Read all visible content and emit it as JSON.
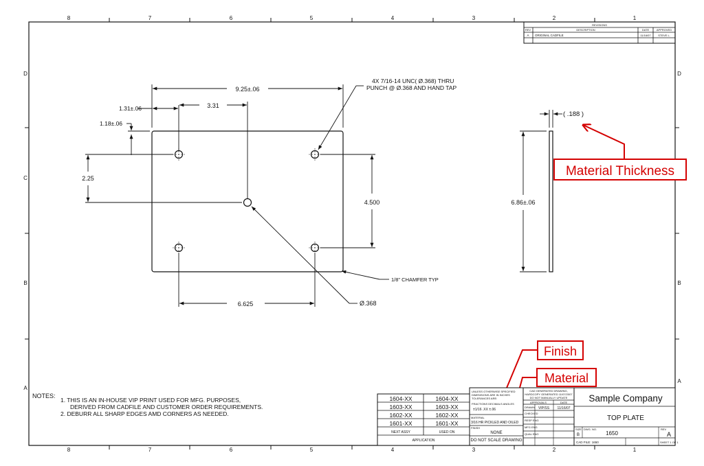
{
  "border": {
    "columns_top": [
      "8",
      "7",
      "6",
      "5",
      "4",
      "3",
      "2",
      "1"
    ],
    "columns_bottom": [
      "8",
      "7",
      "6",
      "5",
      "4",
      "3",
      "2",
      "1"
    ],
    "rows_left": [
      "D",
      "C",
      "B",
      "A"
    ],
    "rows_right": [
      "D",
      "C",
      "B",
      "A"
    ]
  },
  "revisions": {
    "title": "REVISIONS",
    "headers": [
      "REV",
      "DESCRIPTION",
      "DATE",
      "APPROVED"
    ],
    "rows": [
      [
        "A",
        "ORIGINAL CADFILE",
        "11/16/07",
        "STEVE L."
      ]
    ]
  },
  "dimensions": {
    "overall_width": "9.25±.06",
    "hole_x_offset": "1.31±.06",
    "center_x": "3.31",
    "hole_y_offset": "1.18±.06",
    "center_y": "2.25",
    "hole_y_spacing": "4.500",
    "hole_x_spacing": "6.625",
    "overall_height": "6.86±.06",
    "thickness": "( .188 )",
    "center_hole": "Ø.368",
    "chamfer": "1/8\" CHAMFER TYP",
    "hole_callout_1": "4X 7/16-14 UNC( Ø.368) THRU",
    "hole_callout_2": "PUNCH @ Ø.368 AND HAND TAP"
  },
  "annotations": {
    "material_thickness": "Material Thickness",
    "finish": "Finish",
    "material": "Material"
  },
  "notes": {
    "label": "NOTES:",
    "items": [
      "1. THIS IS AN IN-HOUSE VIP PRINT USED FOR MFG. PURPOSES,",
      "DERIVED FROM CADFILE AND CUSTOMER ORDER REQUIREMENTS.",
      "2. DEBURR ALL SHARP EDGES AMD CORNERS AS NEEDED."
    ]
  },
  "application_table": {
    "rows": [
      [
        "1604-XX",
        "1604-XX"
      ],
      [
        "1603-XX",
        "1603-XX"
      ],
      [
        "1602-XX",
        "1602-XX"
      ],
      [
        "1601-XX",
        "1601-XX"
      ]
    ],
    "next_assy": "NEXT ASSY",
    "used_on": "USED ON",
    "application": "APPLICATION"
  },
  "tolerance_block": {
    "line1": "UNLESS OTHERWISE SPECIFIED",
    "line2": "DIMENSIONS ARE IN INCHES",
    "line3": "TOLERANCES ARE:",
    "fractions": "FRACTIONS   DECIMALS   ANGLES",
    "values": "±1/16   .XX ±.06",
    "material_label": "MATERIAL",
    "material": "3/16 HR PICKLED AND OILED",
    "finish_label": "FINISH",
    "finish": "NONE",
    "no_scale": "DO NOT SCALE DRAWING"
  },
  "approvals": {
    "cad_1": "CAD GENERATED DRAWING,",
    "cad_2": "HARDCOPY GENERATED 11/07/2007",
    "cad_3": "DO NOT MANUALLY UPDATE",
    "approvals": "APPROVALS",
    "date": "DATE",
    "drawn": "DRAWN",
    "drawn_by": "VIP/SS",
    "drawn_date": "11/16/07",
    "checked": "CHECKED",
    "resp_eng": "RESP ENG",
    "mfg_eng": "MFG ENG",
    "qual_eng": "QUAL ENG"
  },
  "title_block": {
    "company": "Sample Company",
    "title": "TOP PLATE",
    "size_label": "SIZE",
    "size": "B",
    "dwg_label": "DWG. NO.",
    "dwg_no": "1650",
    "rev_label": "REV",
    "rev": "A",
    "cad_file": "CAD FILE: 1650",
    "sheet": "SHEET 1 OF 1"
  }
}
